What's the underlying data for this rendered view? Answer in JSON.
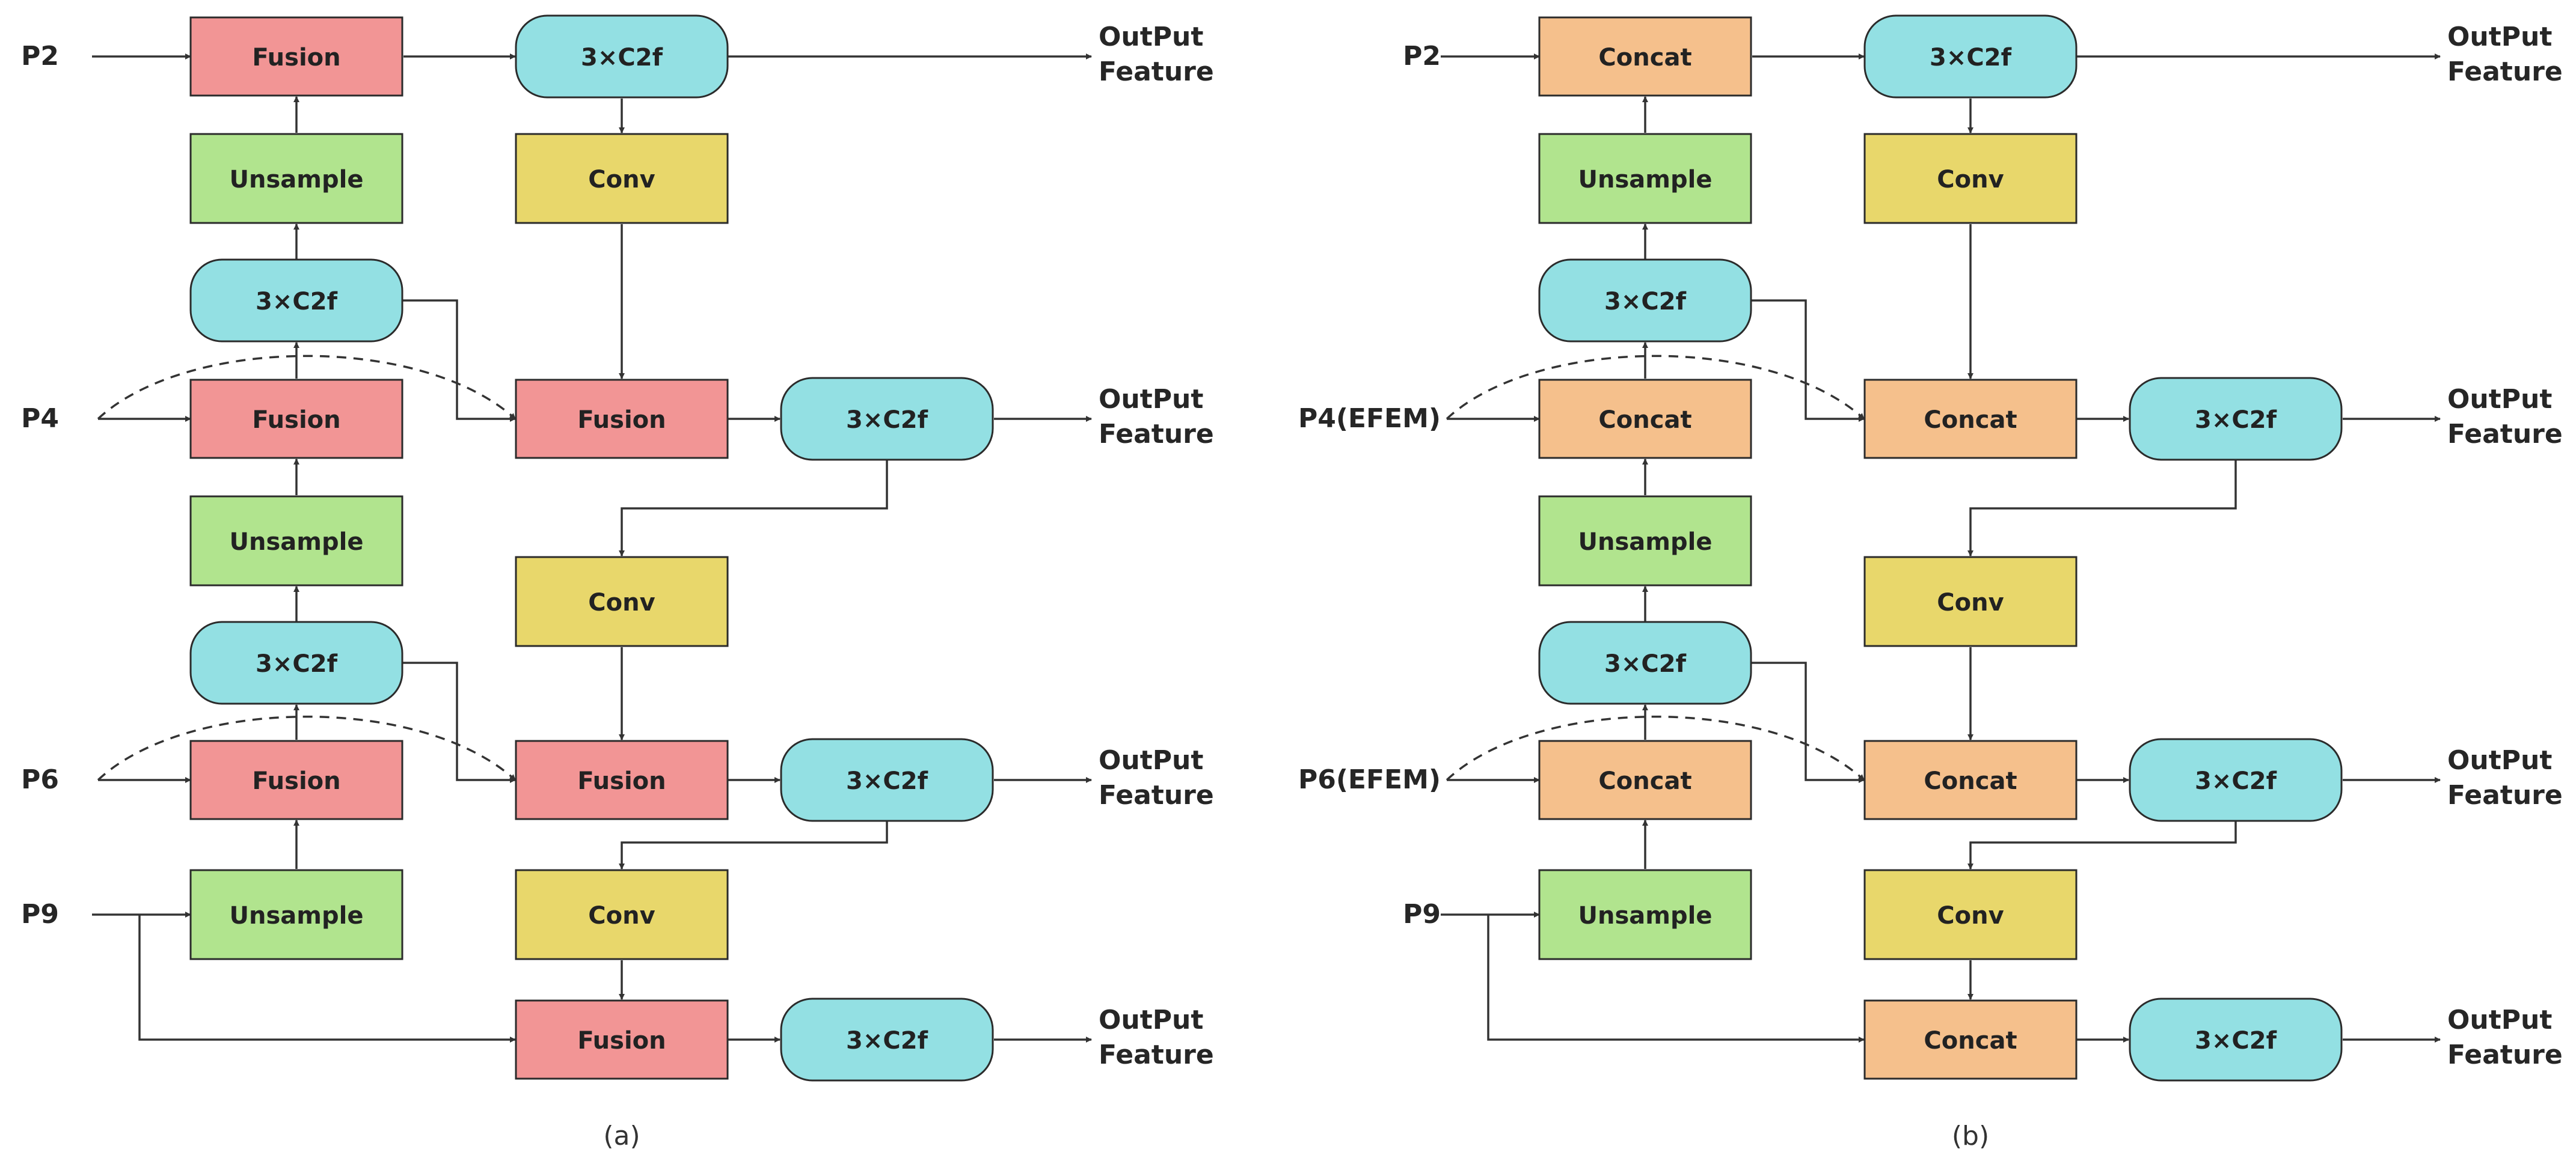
{
  "colors": {
    "fusion": "#f29595",
    "concat": "#f5c08c",
    "upsample": "#b1e48e",
    "c2f": "#93e0e3",
    "conv": "#e8d76b"
  },
  "panel_a": {
    "caption": "(a)",
    "inputs": {
      "p2": "P2",
      "p4": "P4",
      "p6": "P6",
      "p9": "P9"
    },
    "outputs": [
      "OutPut\nFeature",
      "OutPut\nFeature",
      "OutPut\nFeature",
      "OutPut\nFeature"
    ],
    "nodes": {
      "merge_p2": "Fusion",
      "up1": "Unsample",
      "c2f_l1": "3×C2f",
      "merge_p4": "Fusion",
      "up2": "Unsample",
      "c2f_l2": "3×C2f",
      "merge_p6": "Fusion",
      "up3": "Unsample",
      "c2f_top": "3×C2f",
      "conv1": "Conv",
      "merge_r1": "Fusion",
      "c2f_r1": "3×C2f",
      "conv2": "Conv",
      "merge_r2": "Fusion",
      "c2f_r2": "3×C2f",
      "conv3": "Conv",
      "merge_r3": "Fusion",
      "c2f_r3": "3×C2f"
    }
  },
  "panel_b": {
    "caption": "(b)",
    "inputs": {
      "p2": "P2",
      "p4": "P4(EFEM)",
      "p6": "P6(EFEM)",
      "p9": "P9"
    },
    "outputs": [
      "OutPut\nFeature",
      "OutPut\nFeature",
      "OutPut\nFeature",
      "OutPut\nFeature"
    ],
    "nodes": {
      "merge_p2": "Concat",
      "up1": "Unsample",
      "c2f_l1": "3×C2f",
      "merge_p4": "Concat",
      "up2": "Unsample",
      "c2f_l2": "3×C2f",
      "merge_p6": "Concat",
      "up3": "Unsample",
      "c2f_top": "3×C2f",
      "conv1": "Conv",
      "merge_r1": "Concat",
      "c2f_r1": "3×C2f",
      "conv2": "Conv",
      "merge_r2": "Concat",
      "c2f_r2": "3×C2f",
      "conv3": "Conv",
      "merge_r3": "Concat",
      "c2f_r3": "3×C2f"
    }
  }
}
